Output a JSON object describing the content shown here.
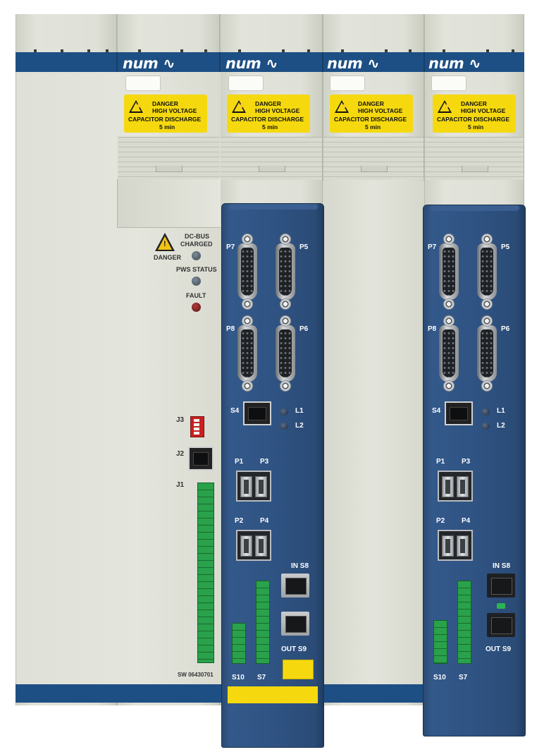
{
  "modules": [
    {
      "logo": "num"
    },
    {
      "logo": "num"
    },
    {
      "logo": "num"
    },
    {
      "logo": "num"
    }
  ],
  "warning_label": {
    "line1": "DANGER",
    "line2": "HIGH VOLTAGE",
    "line3": "CAPACITOR DISCHARGE",
    "line4": "5 min"
  },
  "power_supply": {
    "danger_label": "DANGER",
    "dcbus_line1": "DC-BUS",
    "dcbus_line2": "CHARGED",
    "pws_status": "PWS STATUS",
    "fault": "FAULT",
    "j3": "J3",
    "j2": "J2",
    "j1": "J1",
    "sw_version": "SW 06430701",
    "colors": {
      "fault_led": "#7a1a1a",
      "status_led": "#3d4b57"
    }
  },
  "control_panels": [
    {
      "p7": "P7",
      "p5": "P5",
      "p8": "P8",
      "p6": "P6",
      "s4": "S4",
      "l1": "L1",
      "l2": "L2",
      "p1": "P1",
      "p3": "P3",
      "p2": "P2",
      "p4": "P4",
      "in_s8": "IN S8",
      "out_s9": "OUT S9",
      "s10": "S10",
      "s7": "S7"
    },
    {
      "p7": "P7",
      "p5": "P5",
      "p8": "P8",
      "p6": "P6",
      "s4": "S4",
      "l1": "L1",
      "l2": "L2",
      "p1": "P1",
      "p3": "P3",
      "p2": "P2",
      "p4": "P4",
      "in_s8": "IN S8",
      "out_s9": "OUT S9",
      "s10": "S10",
      "s7": "S7"
    }
  ],
  "colors": {
    "bezel": "#e0e1d8",
    "blue_band": "#1d4f84",
    "panel_blue": "#2f5383",
    "warning_yellow": "#f5d90e",
    "terminal_green": "#2aa14b"
  }
}
